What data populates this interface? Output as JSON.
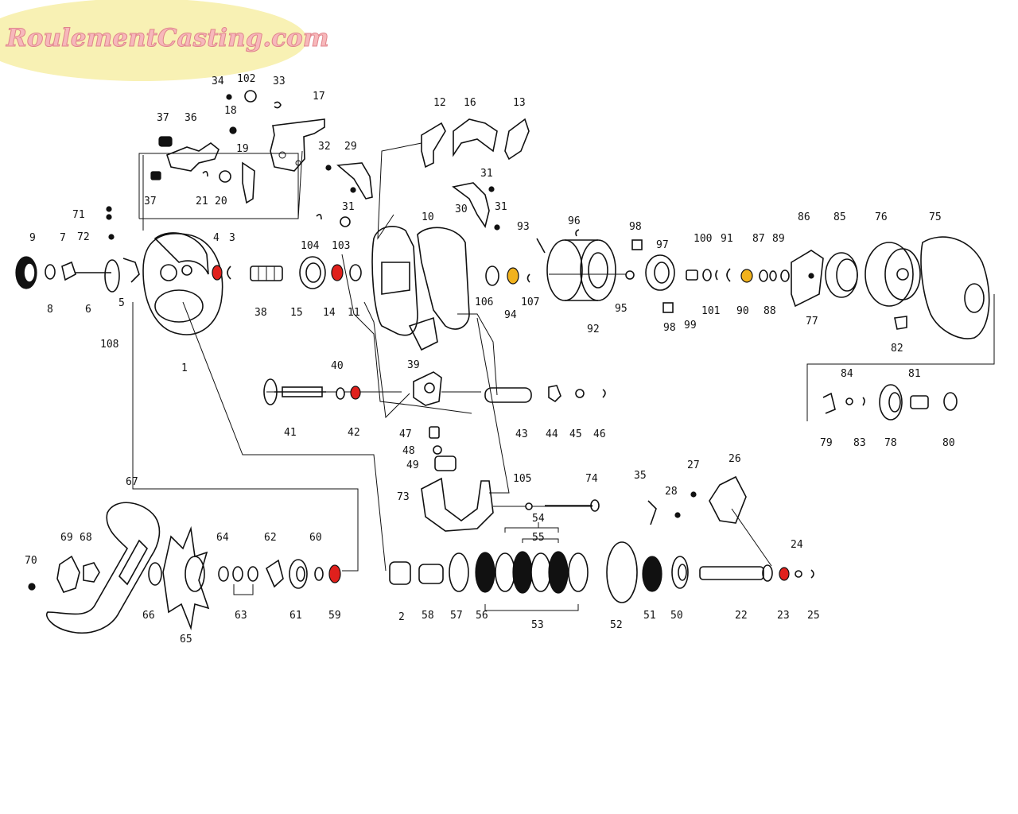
{
  "logo": {
    "text": "RoulementCasting.com",
    "badge_color": "#f8f1b4",
    "text_color": "#f7b8bb"
  },
  "highlight_colors": {
    "red_bearing": "#e0201c",
    "yellow_bearing": "#f1b21d"
  },
  "parts": [
    {
      "id": "p1",
      "num": "1"
    },
    {
      "id": "p2",
      "num": "2"
    },
    {
      "id": "p3",
      "num": "3"
    },
    {
      "id": "p4",
      "num": "4"
    },
    {
      "id": "p5",
      "num": "5"
    },
    {
      "id": "p6",
      "num": "6"
    },
    {
      "id": "p7",
      "num": "7"
    },
    {
      "id": "p8",
      "num": "8"
    },
    {
      "id": "p9",
      "num": "9"
    },
    {
      "id": "p10",
      "num": "10"
    },
    {
      "id": "p11",
      "num": "11"
    },
    {
      "id": "p12",
      "num": "12"
    },
    {
      "id": "p13",
      "num": "13"
    },
    {
      "id": "p14",
      "num": "14"
    },
    {
      "id": "p15",
      "num": "15"
    },
    {
      "id": "p16",
      "num": "16"
    },
    {
      "id": "p17",
      "num": "17"
    },
    {
      "id": "p18",
      "num": "18"
    },
    {
      "id": "p19",
      "num": "19"
    },
    {
      "id": "p20",
      "num": "20"
    },
    {
      "id": "p21",
      "num": "21"
    },
    {
      "id": "p22",
      "num": "22"
    },
    {
      "id": "p23",
      "num": "23"
    },
    {
      "id": "p24",
      "num": "24"
    },
    {
      "id": "p25",
      "num": "25"
    },
    {
      "id": "p26",
      "num": "26"
    },
    {
      "id": "p27",
      "num": "27"
    },
    {
      "id": "p28",
      "num": "28"
    },
    {
      "id": "p29",
      "num": "29"
    },
    {
      "id": "p30",
      "num": "30"
    },
    {
      "id": "p31a",
      "num": "31"
    },
    {
      "id": "p31b",
      "num": "31"
    },
    {
      "id": "p31c",
      "num": "31"
    },
    {
      "id": "p32",
      "num": "32"
    },
    {
      "id": "p33",
      "num": "33"
    },
    {
      "id": "p34",
      "num": "34"
    },
    {
      "id": "p35",
      "num": "35"
    },
    {
      "id": "p36",
      "num": "36"
    },
    {
      "id": "p37a",
      "num": "37"
    },
    {
      "id": "p37b",
      "num": "37"
    },
    {
      "id": "p38",
      "num": "38"
    },
    {
      "id": "p39",
      "num": "39"
    },
    {
      "id": "p40",
      "num": "40"
    },
    {
      "id": "p41",
      "num": "41"
    },
    {
      "id": "p42",
      "num": "42"
    },
    {
      "id": "p43",
      "num": "43"
    },
    {
      "id": "p44",
      "num": "44"
    },
    {
      "id": "p45",
      "num": "45"
    },
    {
      "id": "p46",
      "num": "46"
    },
    {
      "id": "p47",
      "num": "47"
    },
    {
      "id": "p48",
      "num": "48"
    },
    {
      "id": "p49",
      "num": "49"
    },
    {
      "id": "p50",
      "num": "50"
    },
    {
      "id": "p51",
      "num": "51"
    },
    {
      "id": "p52",
      "num": "52"
    },
    {
      "id": "p53",
      "num": "53"
    },
    {
      "id": "p54",
      "num": "54"
    },
    {
      "id": "p55",
      "num": "55"
    },
    {
      "id": "p56",
      "num": "56"
    },
    {
      "id": "p57",
      "num": "57"
    },
    {
      "id": "p58",
      "num": "58"
    },
    {
      "id": "p59",
      "num": "59"
    },
    {
      "id": "p60",
      "num": "60"
    },
    {
      "id": "p61",
      "num": "61"
    },
    {
      "id": "p62",
      "num": "62"
    },
    {
      "id": "p63",
      "num": "63"
    },
    {
      "id": "p64",
      "num": "64"
    },
    {
      "id": "p65",
      "num": "65"
    },
    {
      "id": "p66",
      "num": "66"
    },
    {
      "id": "p67",
      "num": "67"
    },
    {
      "id": "p68",
      "num": "68"
    },
    {
      "id": "p69",
      "num": "69"
    },
    {
      "id": "p70",
      "num": "70"
    },
    {
      "id": "p71",
      "num": "71"
    },
    {
      "id": "p72",
      "num": "72"
    },
    {
      "id": "p73",
      "num": "73"
    },
    {
      "id": "p74",
      "num": "74"
    },
    {
      "id": "p75",
      "num": "75"
    },
    {
      "id": "p76",
      "num": "76"
    },
    {
      "id": "p77",
      "num": "77"
    },
    {
      "id": "p78",
      "num": "78"
    },
    {
      "id": "p79",
      "num": "79"
    },
    {
      "id": "p80",
      "num": "80"
    },
    {
      "id": "p81",
      "num": "81"
    },
    {
      "id": "p82",
      "num": "82"
    },
    {
      "id": "p83",
      "num": "83"
    },
    {
      "id": "p84",
      "num": "84"
    },
    {
      "id": "p85",
      "num": "85"
    },
    {
      "id": "p86",
      "num": "86"
    },
    {
      "id": "p87",
      "num": "87"
    },
    {
      "id": "p88",
      "num": "88"
    },
    {
      "id": "p89",
      "num": "89"
    },
    {
      "id": "p90",
      "num": "90"
    },
    {
      "id": "p91",
      "num": "91"
    },
    {
      "id": "p92",
      "num": "92"
    },
    {
      "id": "p93",
      "num": "93"
    },
    {
      "id": "p94",
      "num": "94"
    },
    {
      "id": "p95",
      "num": "95"
    },
    {
      "id": "p96",
      "num": "96"
    },
    {
      "id": "p97",
      "num": "97"
    },
    {
      "id": "p98a",
      "num": "98"
    },
    {
      "id": "p98b",
      "num": "98"
    },
    {
      "id": "p99",
      "num": "99"
    },
    {
      "id": "p100",
      "num": "100"
    },
    {
      "id": "p101",
      "num": "101"
    },
    {
      "id": "p102",
      "num": "102"
    },
    {
      "id": "p103",
      "num": "103"
    },
    {
      "id": "p104",
      "num": "104"
    },
    {
      "id": "p105",
      "num": "105"
    },
    {
      "id": "p106",
      "num": "106"
    },
    {
      "id": "p107",
      "num": "107"
    },
    {
      "id": "p108",
      "num": "108"
    }
  ]
}
